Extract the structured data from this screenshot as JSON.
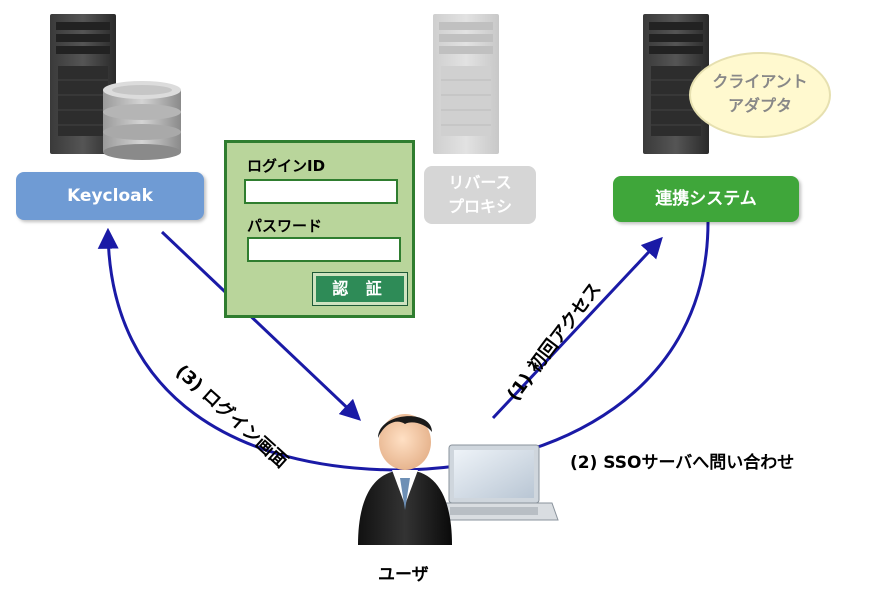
{
  "nodes": {
    "keycloak": "Keycloak",
    "reverse_proxy_line1": "リバース",
    "reverse_proxy_line2": "プロキシ",
    "sso_system": "連携システム",
    "client_adapter_line1": "クライアント",
    "client_adapter_line2": "アダプタ",
    "user": "ユーザ"
  },
  "login_form": {
    "login_id_label": "ログインID",
    "password_label": "パスワード",
    "auth_button": "認 証"
  },
  "steps": {
    "step1": "(1) 初回アクセス",
    "step2": "(2) SSOサーバへ問い合わせ",
    "step3": "(3) ログイン画面"
  },
  "colors": {
    "arrow": "#1a1aa6",
    "keycloak_box": "#6f9bd4",
    "sso_system_box": "#3fa63a",
    "reverse_proxy_box": "#d6d6d6",
    "login_form_bg": "#b9d59b",
    "adapter_bubble": "#fff9cf"
  }
}
